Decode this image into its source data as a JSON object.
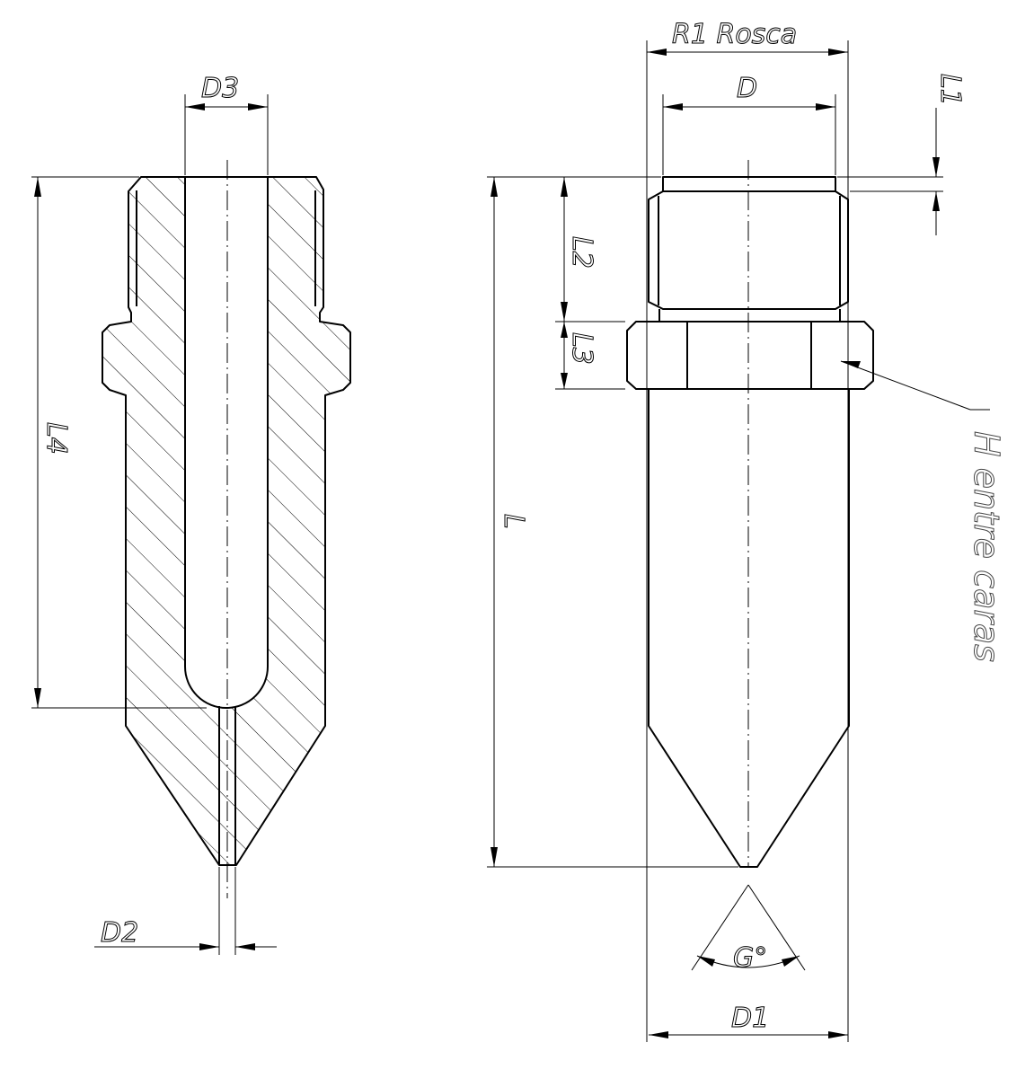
{
  "labels": {
    "d3": "D3",
    "d2": "D2",
    "l4": "L4",
    "r1": "R1 Rosca",
    "d": "D",
    "l1": "L1",
    "l2": "L2",
    "l3": "L3",
    "l": "L",
    "h_note": "H entre caras",
    "angle": "G°",
    "d1": "D1"
  }
}
